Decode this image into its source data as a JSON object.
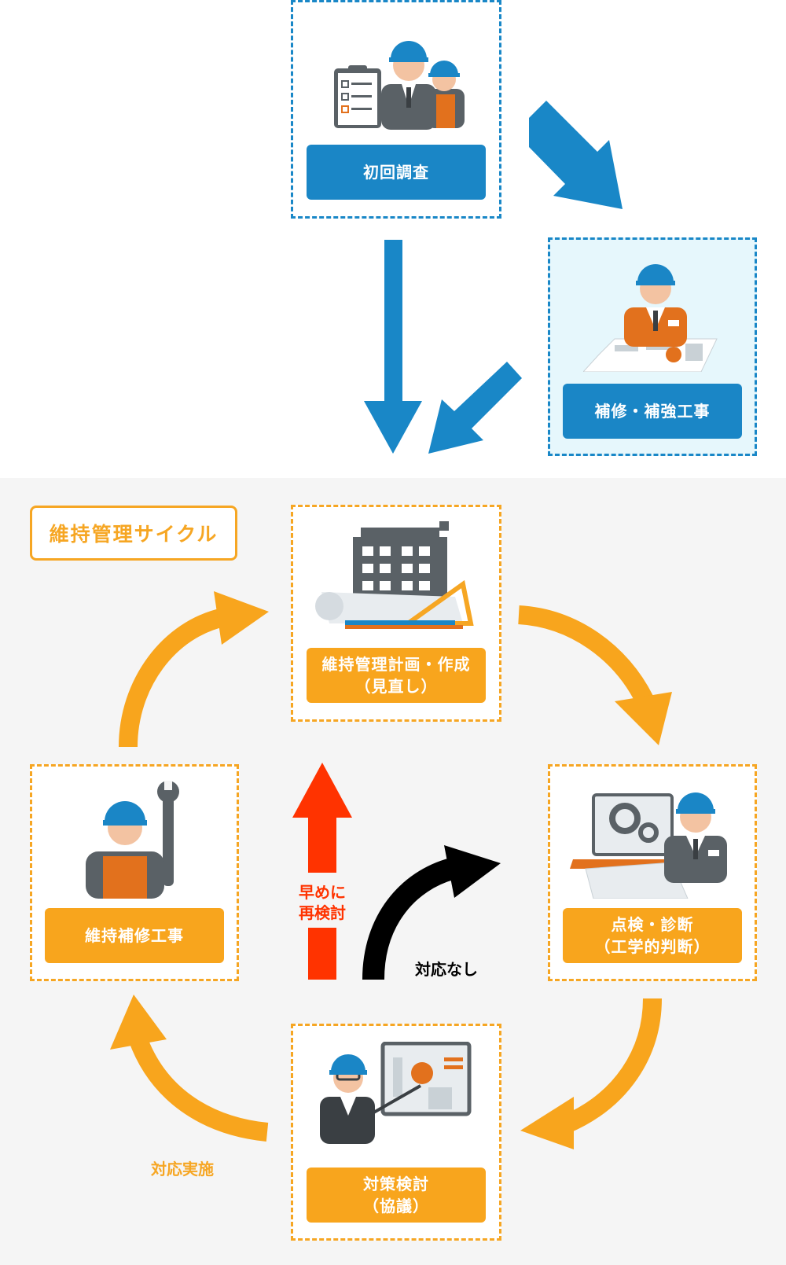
{
  "steps": {
    "initial_survey": "初回調査",
    "repair_reinforce": "補修・補強工事",
    "plan": "維持管理計画・作成\n（見直し）",
    "inspection": "点検・診断\n（工学的判断）",
    "measures": "対策検討\n（協議）",
    "maintenance_repair": "維持補修工事"
  },
  "cycle_title": "維持管理サイクル",
  "notes": {
    "early_review": "早めに\n再検討",
    "no_action": "対応なし",
    "action_taken": "対応実施"
  },
  "colors": {
    "blue": "#1a86c6",
    "orange": "#f8a51d",
    "red": "#ff3300",
    "black": "#000000"
  }
}
